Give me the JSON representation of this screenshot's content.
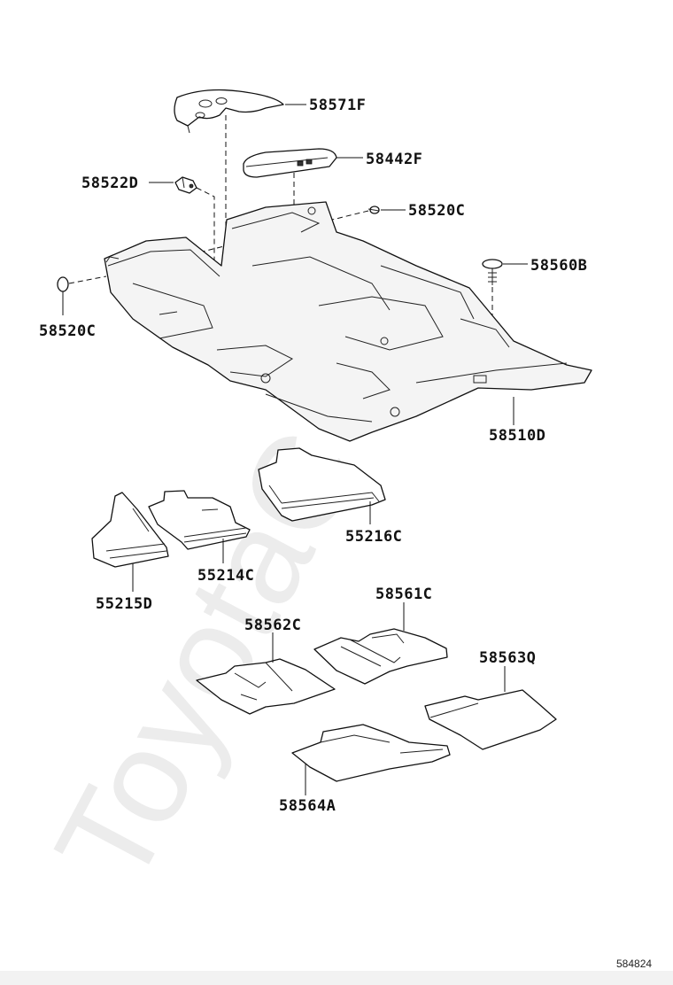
{
  "watermark": "ToyotaC",
  "figure_number": "584824",
  "parts": {
    "p58571F": "58571F",
    "p58442F": "58442F",
    "p58522D": "58522D",
    "p58520C_right": "58520C",
    "p58560B": "58560B",
    "p58520C_left": "58520C",
    "p58510D": "58510D",
    "p55216C": "55216C",
    "p55214C": "55214C",
    "p55215D": "55215D",
    "p58561C": "58561C",
    "p58562C": "58562C",
    "p58563Q": "58563Q",
    "p58564A": "58564A"
  }
}
